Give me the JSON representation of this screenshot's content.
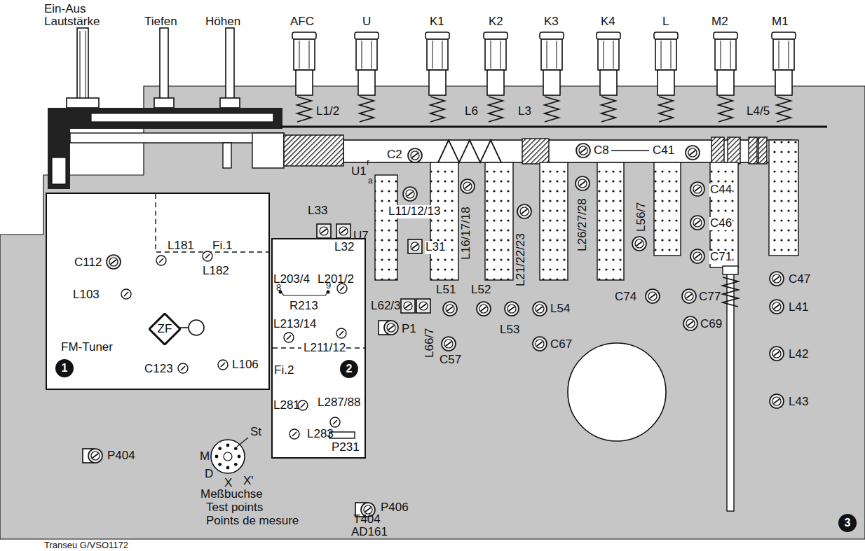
{
  "diagram": {
    "nodes": [
      {
        "text": [
          "FM-Tuner"
        ]
      },
      {
        "text": [
          "ZF"
        ],
        "in": 0
      },
      {
        "text": [
          "1"
        ],
        "in": 0
      },
      {
        "text": [
          "Fi.2"
        ]
      },
      {
        "text": [
          "2"
        ],
        "in": 3
      },
      {
        "text": [
          "3"
        ]
      }
    ],
    "labels": [
      "Ein-Aus",
      "Lautstärke",
      "Tiefen",
      "Höhen",
      "AFC",
      "U",
      "K1",
      "K2",
      "K3",
      "K4",
      "L",
      "M2",
      "M1",
      "L1/2",
      "L6",
      "L3",
      "L4/5",
      "C2",
      "C8",
      "C41",
      "U1",
      "r",
      "a",
      "L11/12/13",
      "U7",
      "L31",
      "L16/17/18",
      "L21/22/23",
      "L26/27/28",
      "L56/7",
      "C44",
      "C46",
      "C71",
      "C47",
      "L41",
      "L42",
      "L43",
      "C74",
      "C77",
      "C69",
      "L33",
      "L32",
      "L51",
      "L52",
      "L53",
      "L54",
      "L62/3",
      "L66/7",
      "C57",
      "C67",
      "P1",
      "C112",
      "L181",
      "Fi.1",
      "L182",
      "L103",
      "C123",
      "L106",
      "L203/4",
      "L201/2",
      "8",
      "9",
      "R213",
      "L213/14",
      "L211/12",
      "L281",
      "L287/88",
      "L283",
      "P231",
      "P404",
      "St",
      "M",
      "D",
      "X",
      "X'",
      "Meßbuchse",
      "Test points",
      "Points de mesure",
      "P406",
      "T404",
      "AD161",
      "Transeu G/VSO1172"
    ]
  }
}
